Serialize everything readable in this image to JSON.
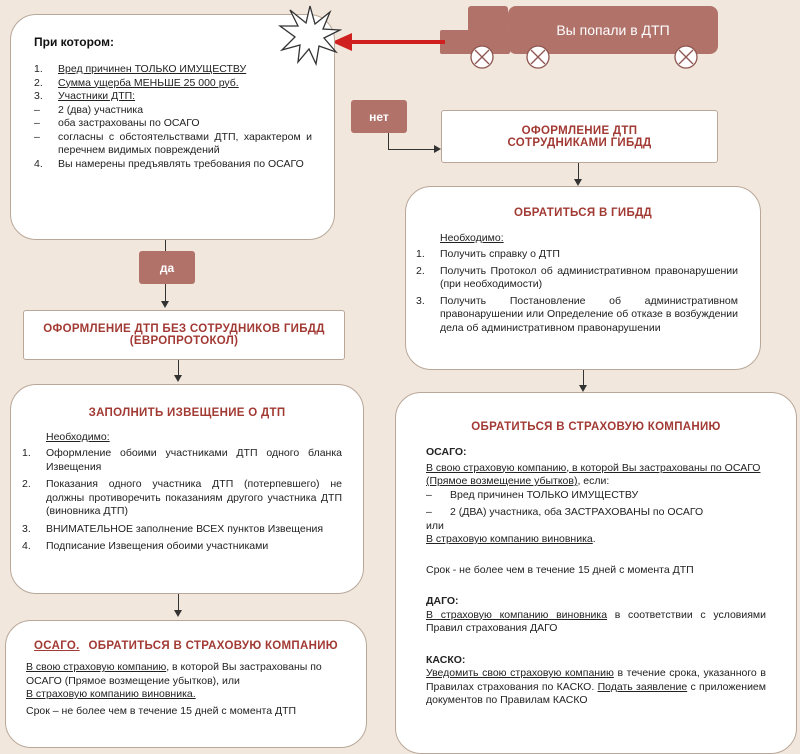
{
  "truck": {
    "label": "Вы попали в ДТП",
    "color": "#b1726a"
  },
  "top_box": {
    "title": "При котором:",
    "items": [
      {
        "n": "1.",
        "t": "Вред причинен ТОЛЬКО ИМУЩЕСТВУ"
      },
      {
        "n": "2.",
        "t": "Сумма ущерба МЕНЬШЕ 25 000 руб."
      },
      {
        "n": "3.",
        "t": "Участники ДТП:"
      },
      {
        "n": "–",
        "t": "2 (два) участника"
      },
      {
        "n": "–",
        "t": "оба застрахованы по ОСАГО"
      },
      {
        "n": "–",
        "t": "согласны с обстоятельствами ДТП, характером и перечнем видимых повреждений"
      },
      {
        "n": "4.",
        "t": "Вы намерены предъявлять требования по ОСАГО"
      }
    ]
  },
  "labels": {
    "no": "нет",
    "yes": "да"
  },
  "gibdd_register": {
    "title_line1": "ОФОРМЛЕНИЕ ДТП",
    "title_line2": "СОТРУДНИКАМИ ГИБДД"
  },
  "gibdd_contact": {
    "title": "ОБРАТИТЬСЯ В ГИБДД",
    "needed": "Необходимо:",
    "items": [
      {
        "n": "1.",
        "t": "Получить справку о ДТП"
      },
      {
        "n": "2.",
        "t": "Получить Протокол об административном правонарушении (при необходимости)"
      },
      {
        "n": "3.",
        "t": "Получить Постановление об административном правонарушении или Определение об отказе в возбуждении дела об административном правонарушении"
      }
    ]
  },
  "europrotocol": {
    "title_line1": "ОФОРМЛЕНИЕ ДТП БЕЗ СОТРУДНИКОВ ГИБДД",
    "title_line2": "(ЕВРОПРОТОКОЛ)"
  },
  "notice": {
    "title": "ЗАПОЛНИТЬ ИЗВЕЩЕНИЕ О ДТП",
    "needed": "Необходимо:",
    "items": [
      {
        "n": "1.",
        "t": "Оформление обоими участниками ДТП одного бланка Извещения"
      },
      {
        "n": "2.",
        "t": "Показания одного участника ДТП (потерпевшего) не должны противоречить показаниям другого участника ДТП (виновника ДТП)"
      },
      {
        "n": "3.",
        "t": "ВНИМАТЕЛЬНОЕ заполнение ВСЕХ пунктов Извещения"
      },
      {
        "n": "4.",
        "t": "Подписание Извещения обоими участниками"
      }
    ]
  },
  "osago_left": {
    "title_a": "ОСАГО.",
    "title_b": "ОБРАТИТЬСЯ В СТРАХОВУЮ КОМПАНИЮ",
    "p1_u": "В свою страховую компанию",
    "p1_rest": ", в которой Вы застрахованы по ОСАГО (Прямое возмещение убытков), или",
    "p2_u": "В страховую компанию виновника.",
    "p3": "Срок – не более чем в течение 15 дней с момента ДТП"
  },
  "insurance_right": {
    "title": "ОБРАТИТЬСЯ В СТРАХОВУЮ КОМПАНИЮ",
    "osago_h": "ОСАГО:",
    "osago_u": "В свою страховую компанию, в которой Вы застрахованы по ОСАГО (Прямое возмещение убытков)",
    "osago_rest": ", если:",
    "osago_items": [
      {
        "n": "–",
        "t": "Вред причинен ТОЛЬКО ИМУЩЕСТВУ"
      },
      {
        "n": "–",
        "t": "2 (ДВА) участника, оба ЗАСТРАХОВАНЫ по ОСАГО"
      }
    ],
    "or": "или",
    "osago_u2": "В страховую компанию виновника",
    "osago_u2_end": ".",
    "term": "Срок - не более чем в течение 15 дней с момента ДТП",
    "dago_h": "ДАГО:",
    "dago_u": "В страховую компанию виновника",
    "dago_rest": " в соответствии с условиями Правил страхования ДАГО",
    "kasko_h": "КАСКО:",
    "kasko_u": "Уведомить свою страховую компанию",
    "kasko_mid": " в течение срока, указанного в Правилах страхования по КАСКО. ",
    "kasko_u2": "Подать заявление",
    "kasko_end": " с приложением документов по Правилам КАСКО"
  }
}
